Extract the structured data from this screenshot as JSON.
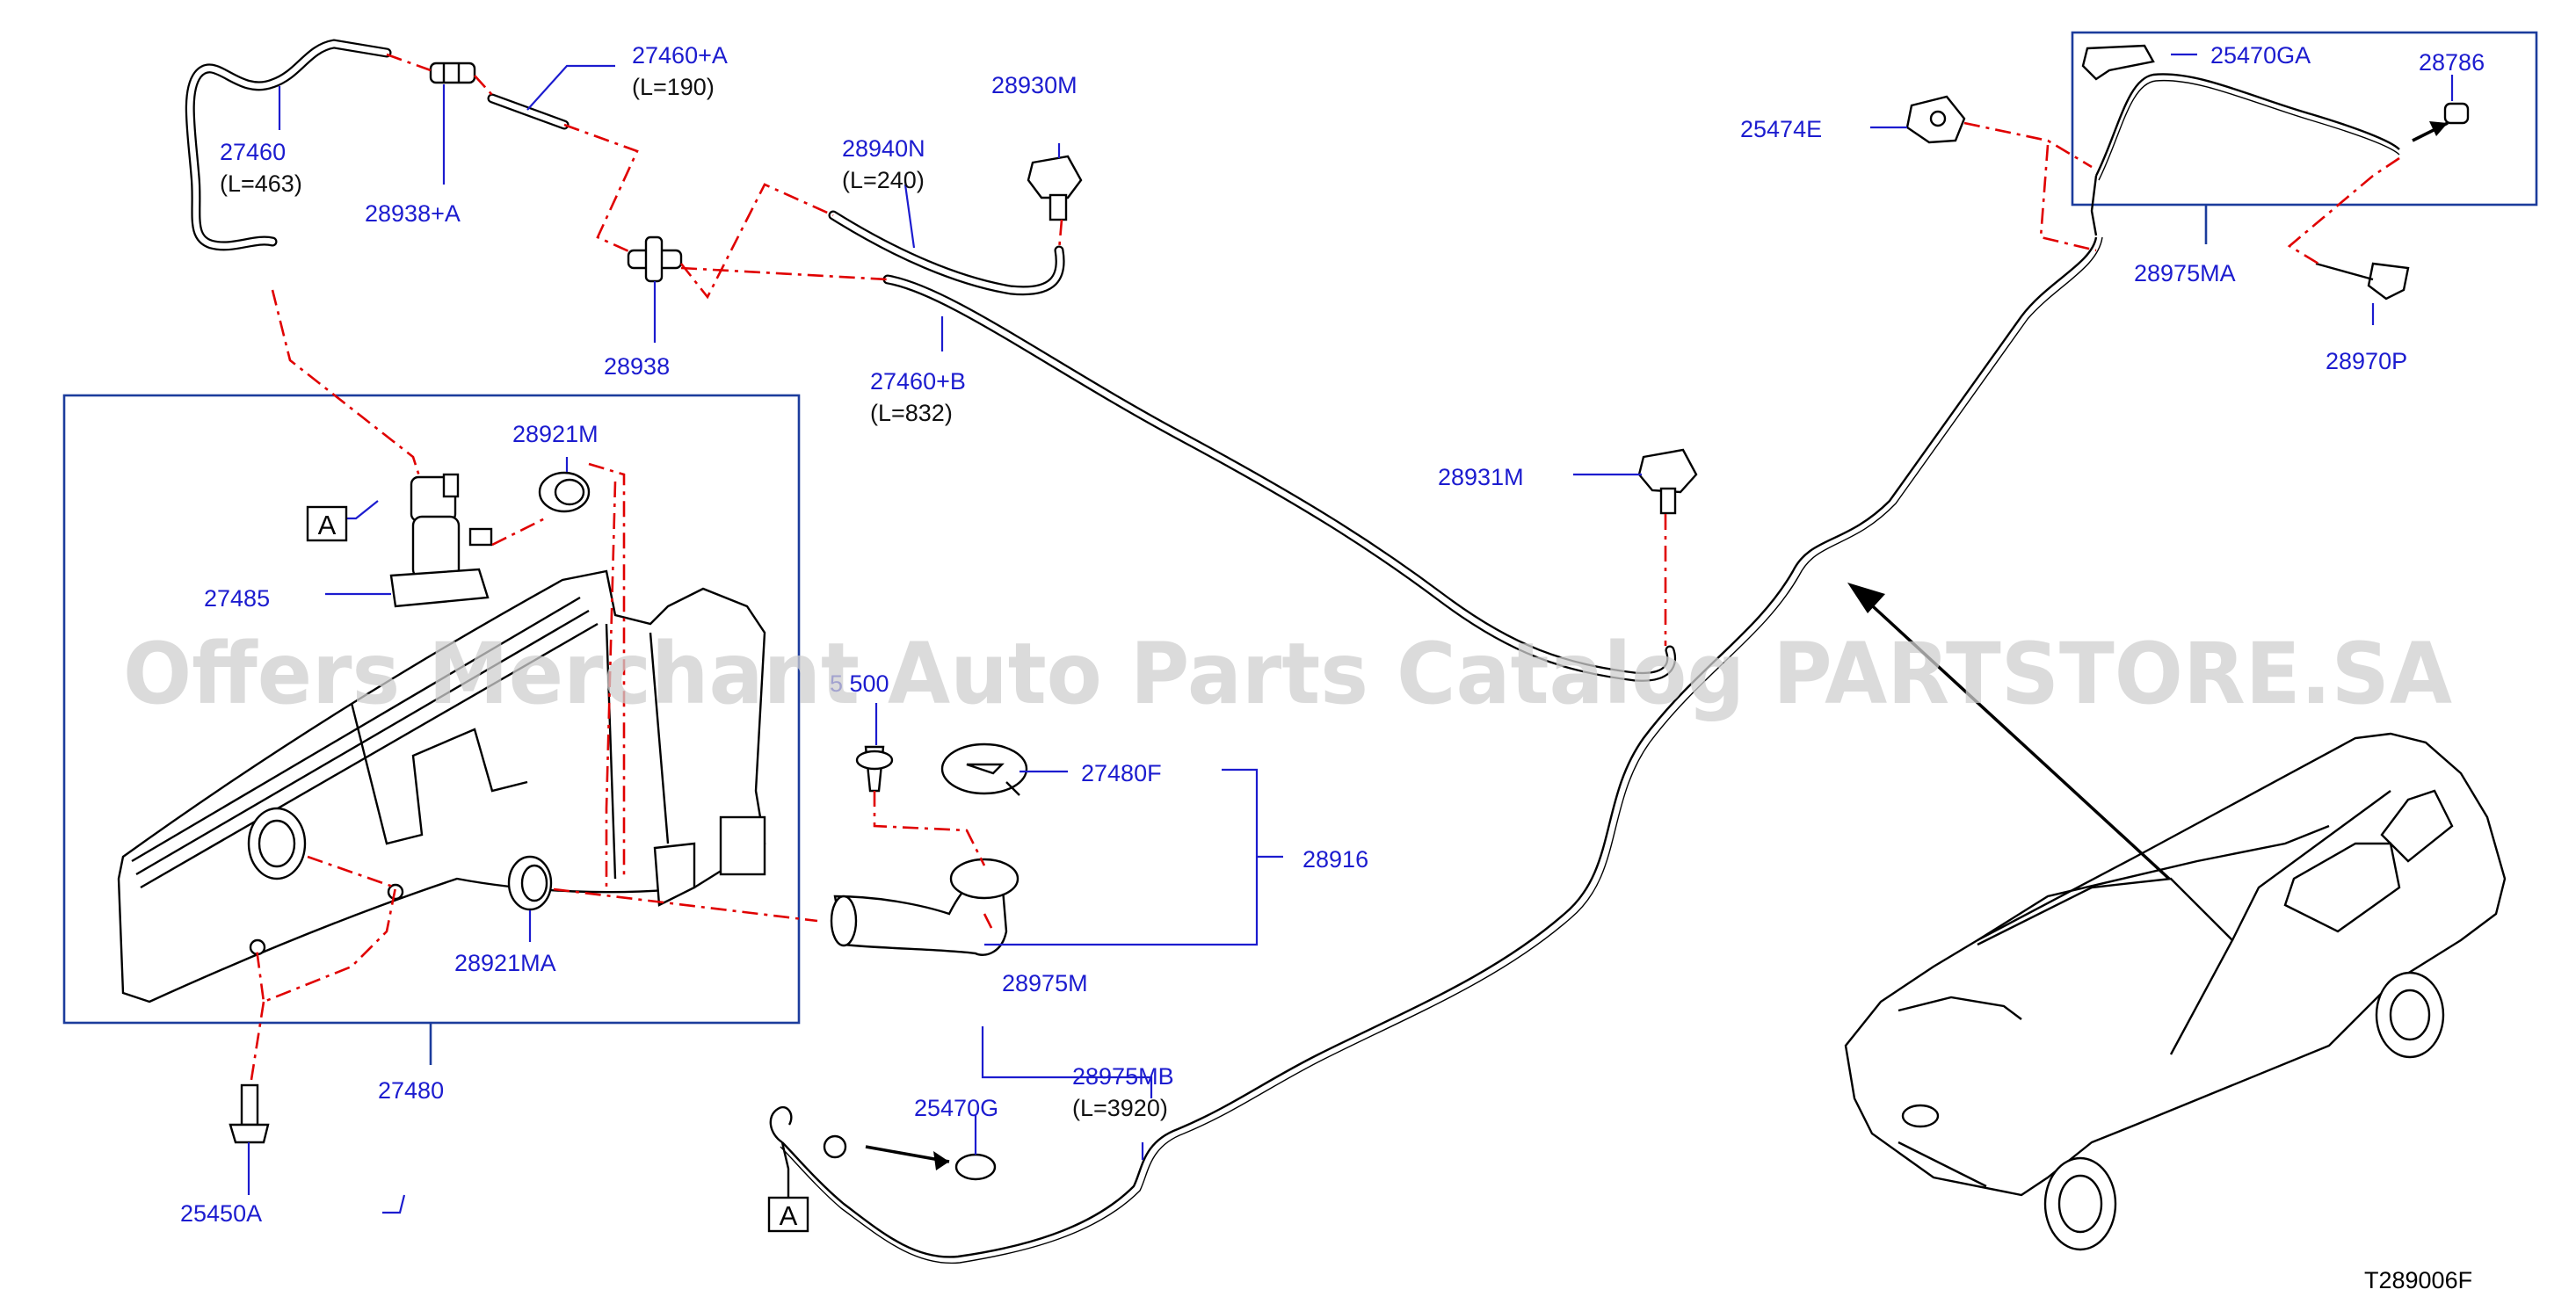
{
  "watermark": "Offers Merchant Auto Parts Catalog PARTSTORE.SA",
  "diagram_code": "T289006F",
  "ref_label": "A",
  "parts": {
    "p27460": "27460",
    "p27460_len": "(L=463)",
    "p27460A": "27460+A",
    "p27460A_len": "(L=190)",
    "p28938A": "28938+A",
    "p28938": "28938",
    "p28940N": "28940N",
    "p28940N_len": "(L=240)",
    "p28930M": "28930M",
    "p27460B": "27460+B",
    "p27460B_len": "(L=832)",
    "p28921M": "28921M",
    "p27485": "27485",
    "p28931M": "28931M",
    "p25450C": "5 500",
    "p27480F": "27480F",
    "p28916": "28916",
    "p28921MA": "28921MA",
    "p27480": "27480",
    "p28975M": "28975M",
    "p28975MB": "28975MB",
    "p28975MB_len": "(L=3920)",
    "p25470G": "25470G",
    "p25450A": "25450A",
    "p25474E": "25474E",
    "p25470GA": "25470GA",
    "p28786": "28786",
    "p28975MA": "28975MA",
    "p28970P": "28970P"
  },
  "colors": {
    "part_number": "#1c1ccf",
    "leader": "#1c1ccf",
    "phantom_line": "#e00000",
    "outline": "#000000",
    "box": "#1c3c9c",
    "watermark": "#cfcfcf"
  }
}
